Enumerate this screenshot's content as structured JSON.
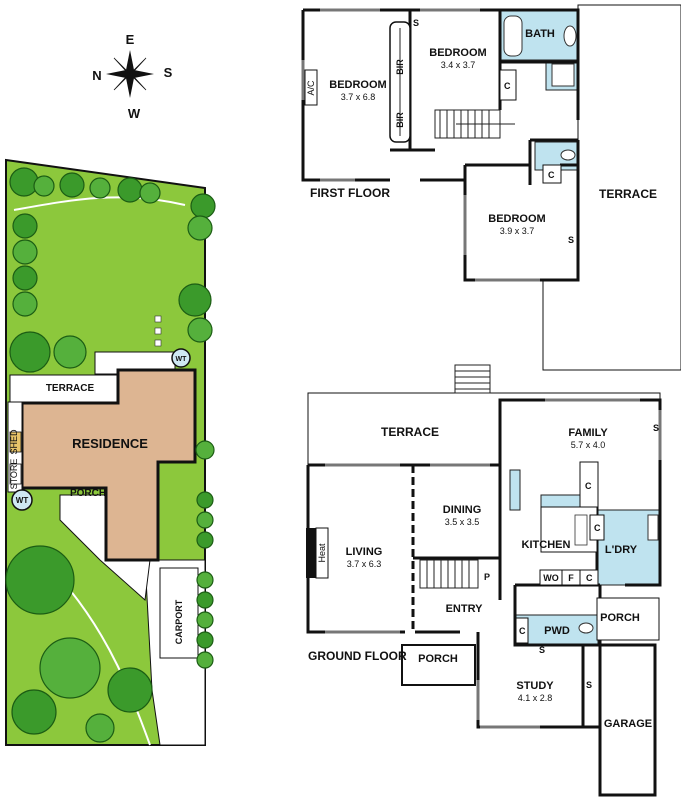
{
  "compass": {
    "north": "N",
    "east": "E",
    "south": "S",
    "west": "W"
  },
  "site": {
    "residence": "RESIDENCE",
    "terrace": "TERRACE",
    "porch": "PORCH",
    "carport": "CARPORT",
    "wt": "WT",
    "wt2": "WT",
    "shed": "SHED",
    "store": "STORE"
  },
  "first_floor": {
    "title": "FIRST FLOOR",
    "bedroom1": {
      "name": "BEDROOM",
      "size": "3.7 x 6.8"
    },
    "bedroom2": {
      "name": "BEDROOM",
      "size": "3.4 x 3.7"
    },
    "bedroom3": {
      "name": "BEDROOM",
      "size": "3.9 x 3.7"
    },
    "bath": "BATH",
    "terrace": "TERRACE",
    "bir1": "BIR",
    "bir2": "BIR",
    "ac": "A/C",
    "s1": "S",
    "s2": "S",
    "c1": "C",
    "c2": "C"
  },
  "ground_floor": {
    "title": "GROUND FLOOR",
    "terrace": "TERRACE",
    "family": {
      "name": "FAMILY",
      "size": "5.7 x 4.0"
    },
    "dining": {
      "name": "DINING",
      "size": "3.5 x 3.5"
    },
    "living": {
      "name": "LIVING",
      "size": "3.7 x 6.3"
    },
    "study": {
      "name": "STUDY",
      "size": "4.1 x 2.8"
    },
    "kitchen": "KITCHEN",
    "laundry": "L'DRY",
    "entry": "ENTRY",
    "porch1": "PORCH",
    "porch2": "PORCH",
    "pwd": "PWD",
    "garage": "GARAGE",
    "wo": "WO",
    "f": "F",
    "heat": "Heat",
    "p": "P",
    "c1": "C",
    "c2": "C",
    "c3": "C",
    "c4": "C",
    "s1": "S",
    "s2": "S",
    "s3": "S"
  }
}
